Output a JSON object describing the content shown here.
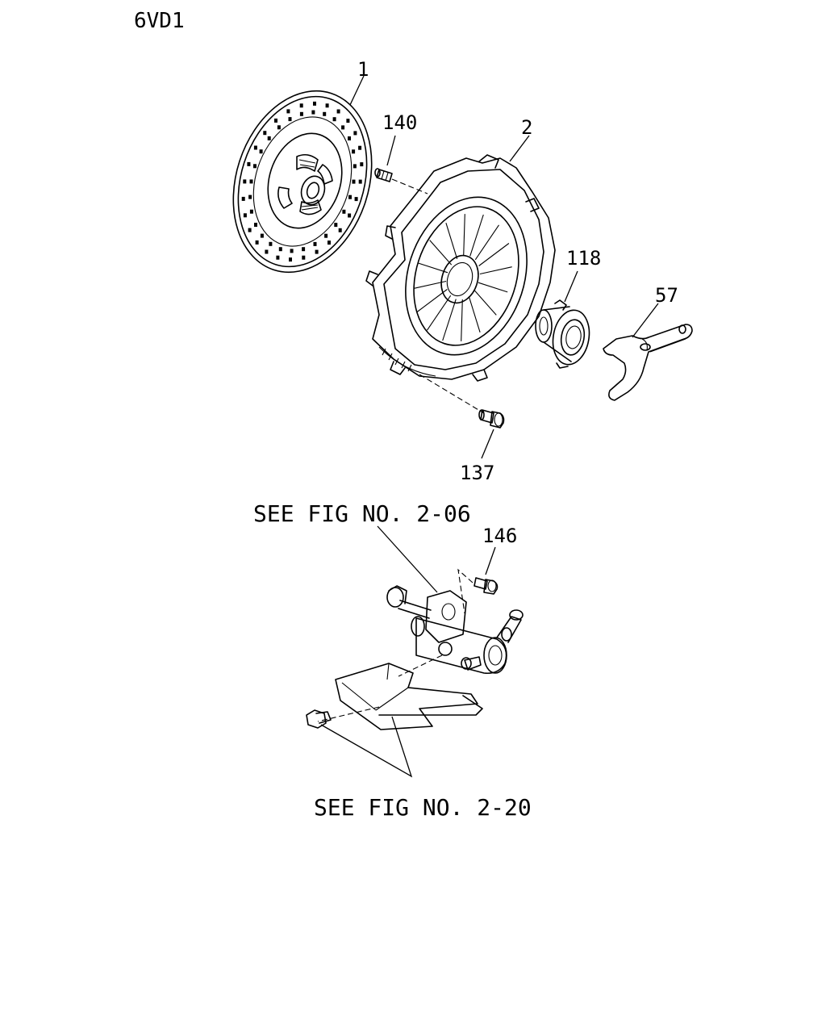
{
  "header": {
    "model_code": "6VD1"
  },
  "callouts": {
    "disc": "1",
    "pressure_plate": "2",
    "dowel_pin": "140",
    "release_bearing": "118",
    "release_fork": "57",
    "plate_bolt": "137",
    "cylinder_bolt": "146"
  },
  "references": {
    "fig_2_06": "SEE FIG NO. 2-06",
    "fig_2_20": "SEE FIG NO. 2-20"
  }
}
